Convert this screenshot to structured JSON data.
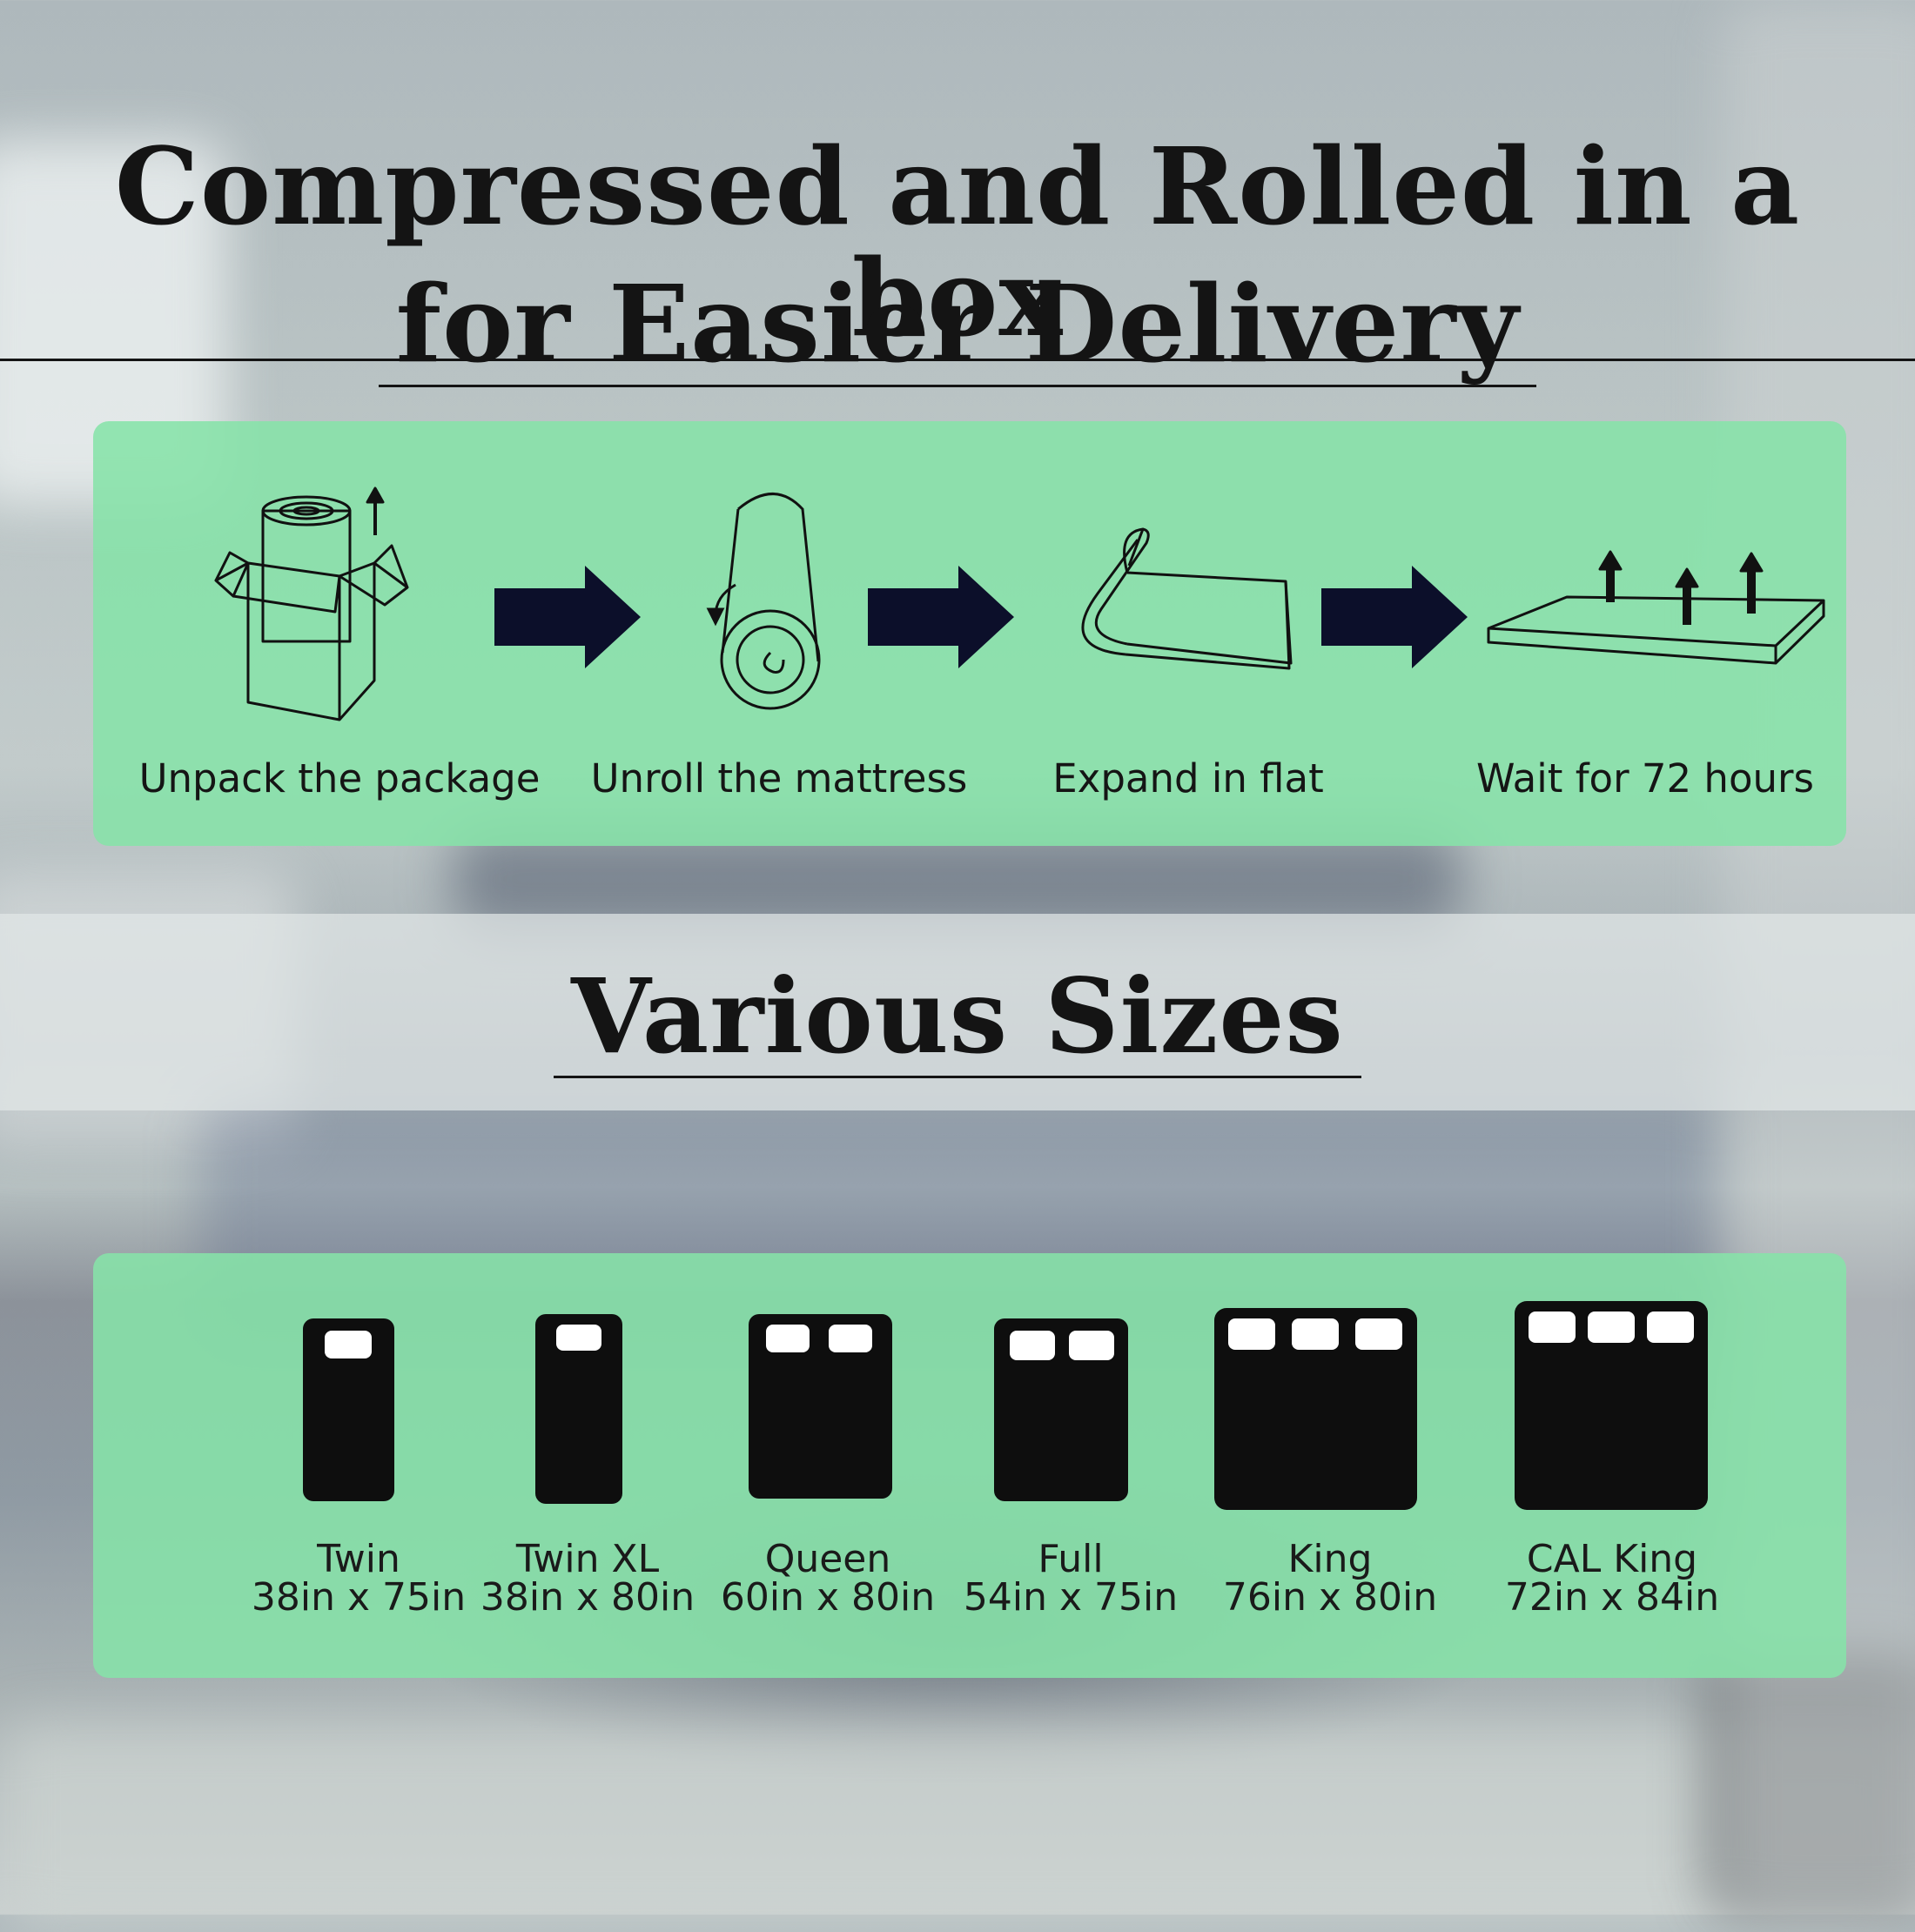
{
  "headline": {
    "line1": "Compressed and Rolled in a box",
    "line2": "for Easier Delivery"
  },
  "steps": [
    {
      "label": "Unpack the package",
      "icon": "open-box-rolled-mattress-icon"
    },
    {
      "label": "Unroll the mattress",
      "icon": "rolled-mattress-icon"
    },
    {
      "label": "Expand in flat",
      "icon": "unrolling-mattress-icon"
    },
    {
      "label": "Wait for 72 hours",
      "icon": "expanding-mattress-icon"
    }
  ],
  "sizes_title": "Various Sizes",
  "sizes": [
    {
      "name": "Twin",
      "dims": "38in x 75in",
      "pillows": 1
    },
    {
      "name": "Twin XL",
      "dims": "38in x 80in",
      "pillows": 1
    },
    {
      "name": "Queen",
      "dims": "60in x 80in",
      "pillows": 2
    },
    {
      "name": "Full",
      "dims": "54in x 75in",
      "pillows": 2
    },
    {
      "name": "King",
      "dims": "76in x 80in",
      "pillows": 3
    },
    {
      "name": "CAL King",
      "dims": "72in x 84in",
      "pillows": 3
    }
  ],
  "colors": {
    "panel": "#86e2a8",
    "arrow": "#0c0f2a",
    "mattress": "#0e0e0e",
    "pillow": "#ffffff"
  }
}
